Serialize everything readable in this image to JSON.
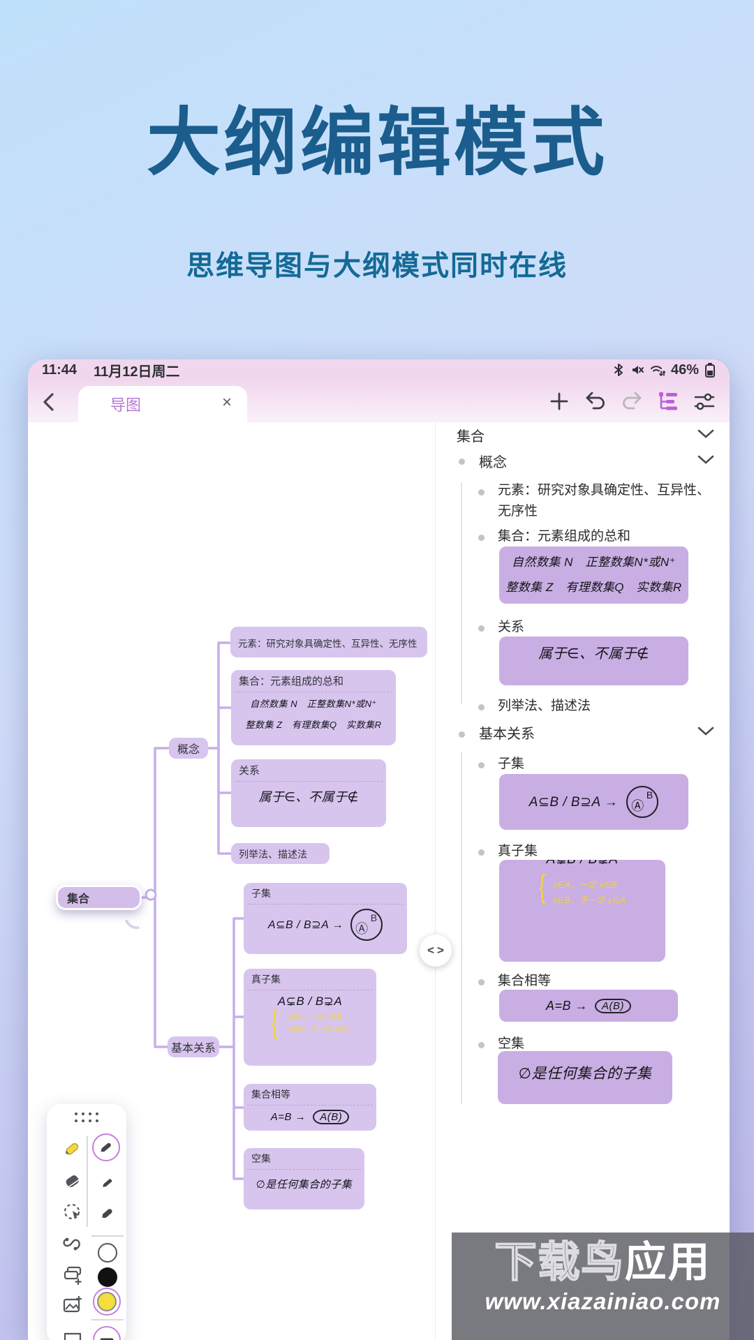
{
  "hero": {
    "title": "大纲编辑模式",
    "subtitle": "思维导图与大纲模式同时在线"
  },
  "status": {
    "time": "11:44",
    "date": "11月12日周二",
    "battery": "46%"
  },
  "header": {
    "tab": "导图",
    "close": "×"
  },
  "content": {
    "root": "集合",
    "concept": "概念",
    "element": "元素：研究对象具确定性、互异性、无序性",
    "set_def": "集合：元素组成的总和",
    "hand_sets_line1": "自然数集 N　正整数集N*或N⁺",
    "hand_sets_line2": "整数集 Z　有理数集Q　实数集R",
    "relation": "关系",
    "hand_relation": "属于∈、不属于∉",
    "methods": "列举法、描述法",
    "basic": "基本关系",
    "subset": "子集",
    "hand_subset": "A⊆B / B⊇A →",
    "venn_inner": "Ⓐ",
    "venn_outer": "B",
    "proper_subset": "真子集",
    "hand_proper": "A⊊B / B⊋A",
    "brace": "{",
    "hand_proper_note1": "x∈A，一定 x∈B",
    "hand_proper_note2": "x∈B，不一定 x∈A",
    "equal": "集合相等",
    "hand_equal": "A=B →",
    "venn_equal": "A(B)",
    "empty": "空集",
    "hand_empty": "∅是任何集合的子集"
  },
  "watermark": {
    "brand_dark": "下载鸟",
    "brand_light": "应用",
    "url": "www.xiazainiao.com"
  },
  "colors": {
    "hero_text": "#1b5d8d",
    "header_pink": "#f1d7ee",
    "accent_purple": "#b678d2",
    "node_fill": "#d7c5ee",
    "outline_box_fill": "#c9aee3",
    "highlight_yellow": "#f3e04a"
  }
}
